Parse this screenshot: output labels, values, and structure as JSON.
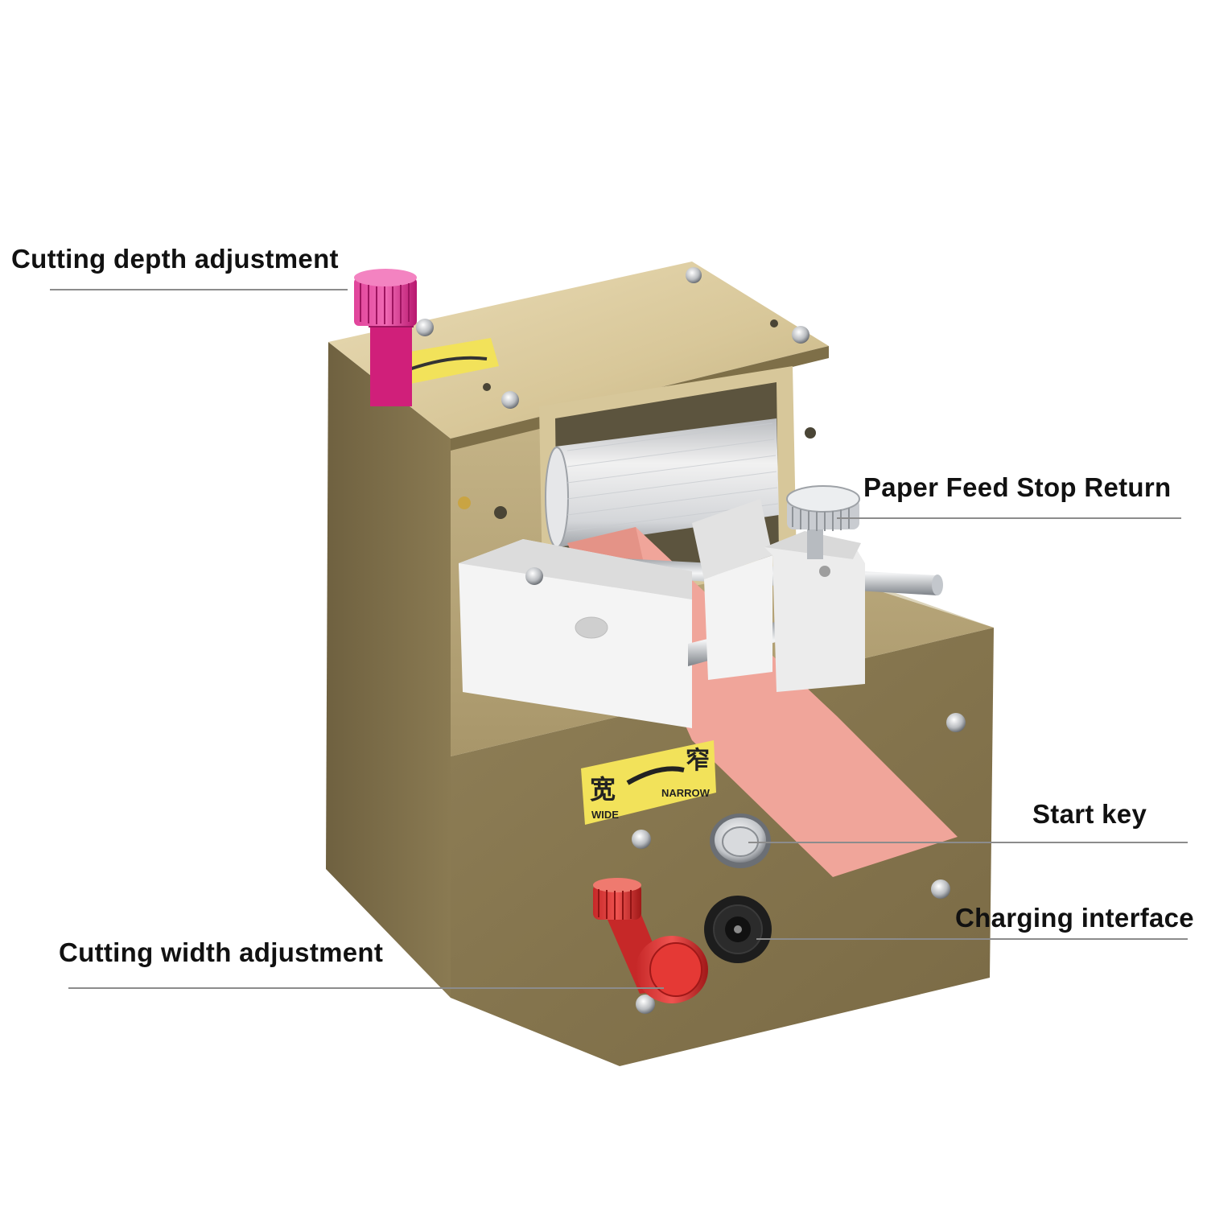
{
  "callouts": {
    "cutting_depth": "Cutting depth adjustment",
    "paper_feed": "Paper Feed Stop Return",
    "start_key": "Start key",
    "charging": "Charging interface",
    "cutting_width": "Cutting width adjustment"
  },
  "sticker": {
    "wide_cn": "宽",
    "narrow_cn": "窄",
    "wide": "WIDE",
    "narrow": "NARROW"
  },
  "colors": {
    "housing": "#8c7a55",
    "housing_light": "#c9b98d",
    "knob_depth": "#c2185b",
    "knob_width": "#d32f2f",
    "tape": "#f0a59a",
    "blocks": "#f2f2f2",
    "label_yellow": "#f2e25a"
  }
}
